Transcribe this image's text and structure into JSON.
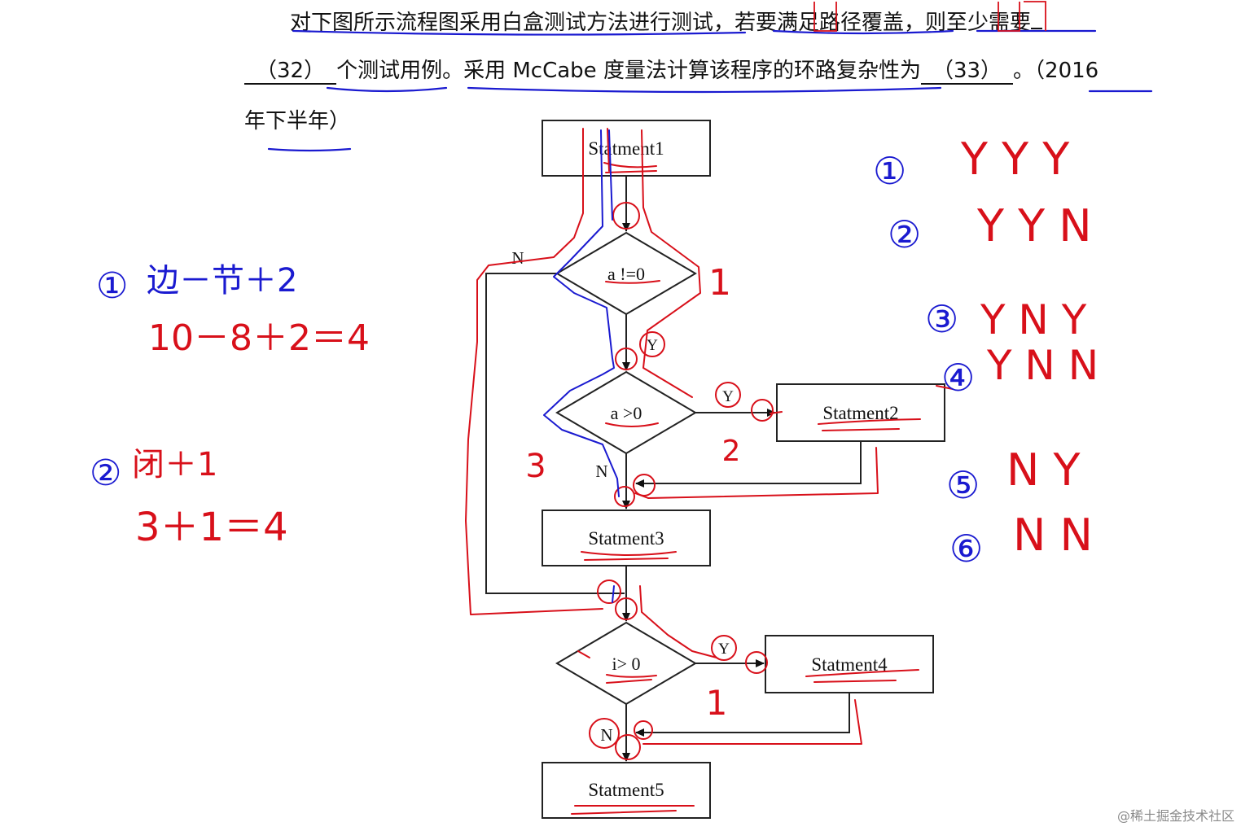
{
  "question": {
    "line1": "对下图所示流程图采用白盒测试方法进行测试，若要满足路径覆盖，则至少需要",
    "blank32": "（32）",
    "line2_mid": "个测试用例。采用 McCabe 度量法计算该程序的环路复杂性为",
    "blank33": "（33）",
    "line2_end": "。（2016",
    "line3": "年下半年）"
  },
  "flowchart": {
    "statement1": "Statment1",
    "decision1": "a !=0",
    "decision2": "a >0",
    "statement2": "Statment2",
    "statement3": "Statment3",
    "decision3": "i> 0",
    "statement4": "Statment4",
    "statement5": "Statment5",
    "edge_n1": "N",
    "edge_y1": "Y",
    "edge_y2": "Y",
    "edge_n2": "N",
    "edge_y3": "Y",
    "edge_n3": "N"
  },
  "annotations": {
    "method1_label": "①",
    "method1_formula": "边－节＋2",
    "method1_calc": "10－8＋2＝4",
    "method2_label": "②",
    "method2_formula": "闭＋1",
    "method2_calc": "3＋1＝4",
    "region1": "1",
    "region2": "2",
    "region3": "3",
    "region4": "1",
    "path1_label": "①",
    "path1": "Y Y Y",
    "path2_label": "②",
    "path2": "Y Y N",
    "path3_label": "③",
    "path3": "Y N Y",
    "path4_label": "④",
    "path4": "Y N N",
    "path5_label": "⑤",
    "path5": "N Y",
    "path6_label": "⑥",
    "path6": "N N"
  },
  "colors": {
    "ink": "#111111",
    "red": "#d8101a",
    "blue": "#1a1ad0"
  },
  "watermark": "@稀土掘金技术社区"
}
